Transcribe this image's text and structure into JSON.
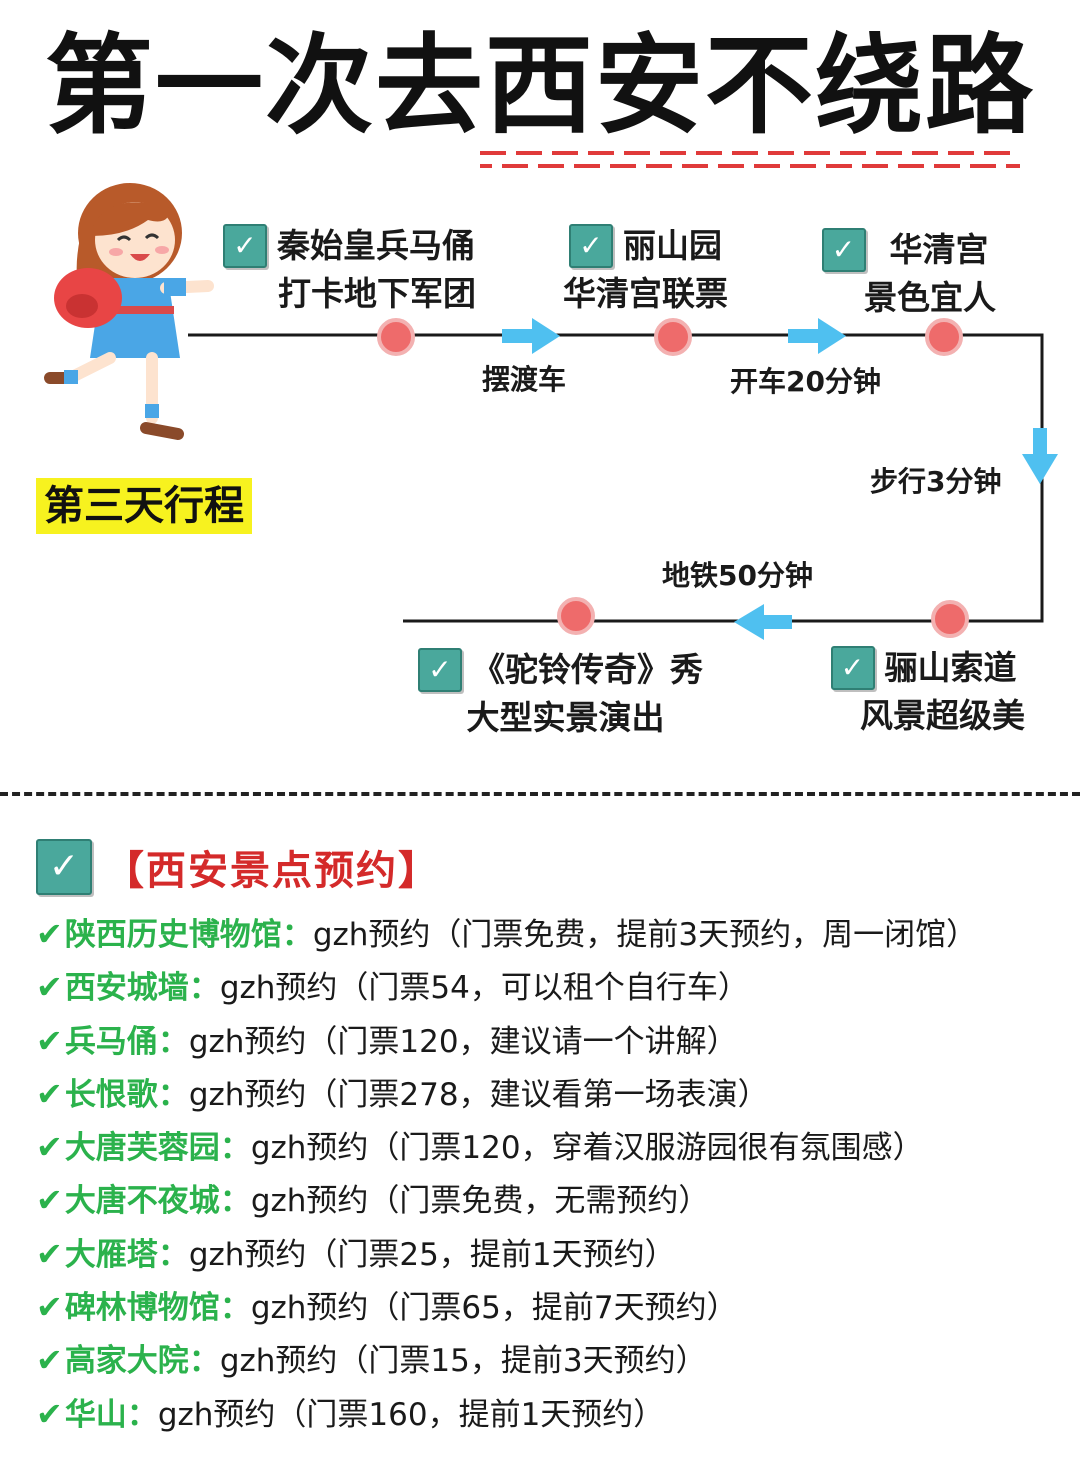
{
  "title": "第一次去西安不绕路",
  "day_label": "第三天行程",
  "stops": [
    {
      "line1": "秦始皇兵马俑",
      "line2": "打卡地下军团"
    },
    {
      "line1": "丽山园",
      "line2": "华清宫联票"
    },
    {
      "line1": "华清宫",
      "line2": "景色宜人"
    },
    {
      "line1": "骊山索道",
      "line2": "风景超级美"
    },
    {
      "line1": "《驼铃传奇》秀",
      "line2": "大型实景演出"
    }
  ],
  "transits": [
    "摆渡车",
    "开车20分钟",
    "步行3分钟",
    "地铁50分钟"
  ],
  "section_title": "【西安景点预约】",
  "attractions": [
    {
      "name": "陕西历史博物馆",
      "colon": "：",
      "detail": "gzh预约（门票免费，提前3天预约，周一闭馆）"
    },
    {
      "name": "西安城墙",
      "colon": "：",
      "detail": "gzh预约（门票54，可以租个自行车）"
    },
    {
      "name": "兵马俑",
      "colon": "：",
      "detail": "gzh预约（门票120，建议请一个讲解）"
    },
    {
      "name": "长恨歌",
      "colon": "：",
      "detail": "gzh预约（门票278，建议看第一场表演）"
    },
    {
      "name": "大唐芙蓉园",
      "colon": "：",
      "detail": "gzh预约（门票120，穿着汉服游园很有氛围感）"
    },
    {
      "name": "大唐不夜城",
      "colon": "：",
      "detail": "gzh预约（门票免费，无需预约）"
    },
    {
      "name": "大雁塔",
      "colon": "：",
      "detail": "gzh预约（门票25，提前1天预约）"
    },
    {
      "name": "碑林博物馆",
      "colon": "：",
      "detail": "gzh预约（门票65，提前7天预约）"
    },
    {
      "name": "高家大院",
      "colon": "：",
      "detail": "gzh预约（门票15，提前3天预约）"
    },
    {
      "name": "华山",
      "colon": "：",
      "detail": "gzh预约（门票160，提前1天预约）"
    }
  ],
  "colors": {
    "check_box": "#4aa89c",
    "route_dot": "#ee6b6b",
    "arrow": "#4fc0f0",
    "section_title": "#d42a2a",
    "attraction_name": "#2bb24c",
    "highlight": "#f7f21f"
  },
  "icons": {
    "checkbox": "check-box-icon",
    "tick": "green-check-icon",
    "arrow": "blue-arrow-icon"
  }
}
